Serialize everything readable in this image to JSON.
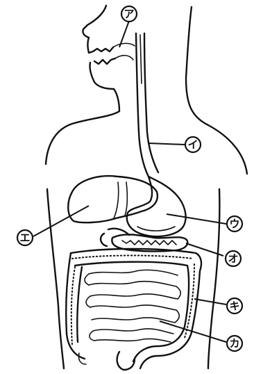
{
  "labels": {
    "a": "ア",
    "i": "イ",
    "u": "ウ",
    "e": "エ",
    "o": "オ",
    "ka": "カ",
    "ki": "キ"
  }
}
